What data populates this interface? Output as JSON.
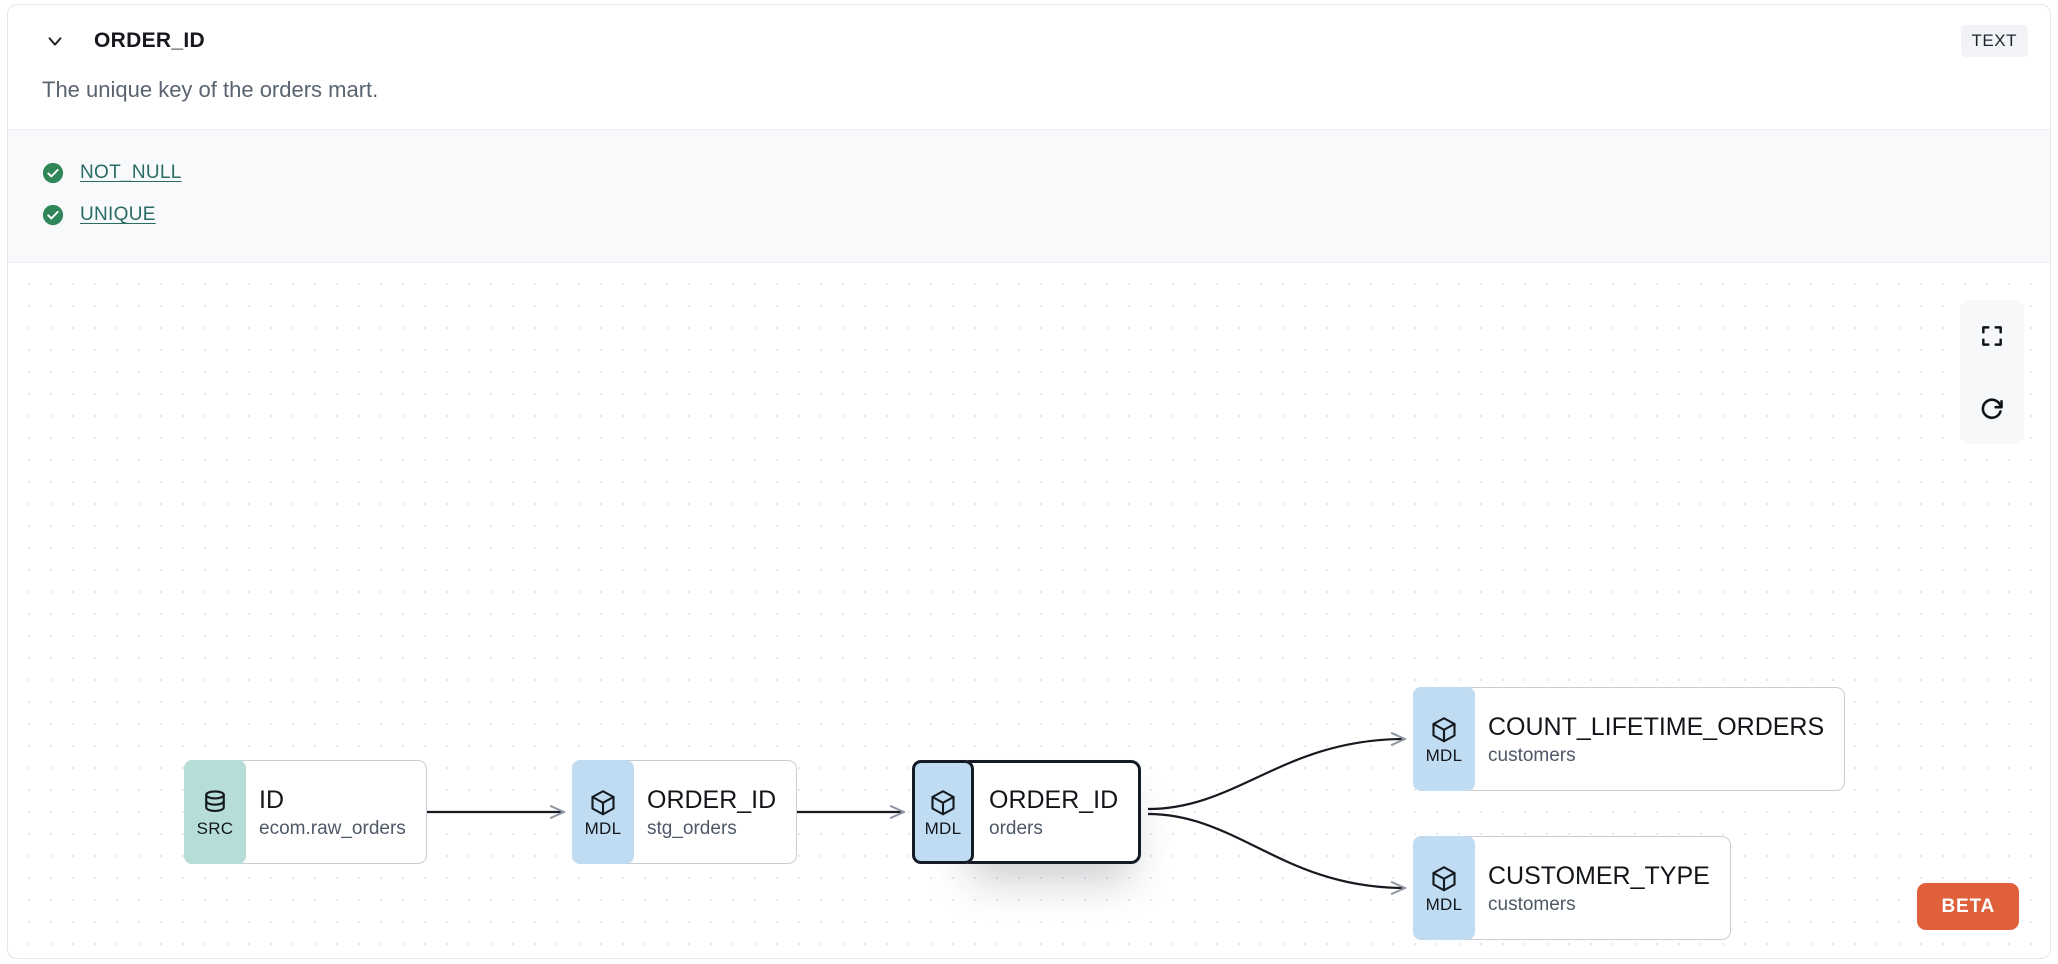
{
  "header": {
    "collapse_icon": "chevron-down-icon",
    "title": "ORDER_ID",
    "type_badge": "TEXT"
  },
  "description": {
    "text": "The unique key of the orders mart."
  },
  "tests": {
    "items": [
      {
        "status_icon": "check-circle-icon",
        "label": "NOT_NULL",
        "status": "pass"
      },
      {
        "status_icon": "check-circle-icon",
        "label": "UNIQUE",
        "status": "pass"
      }
    ]
  },
  "lineage": {
    "nodes": [
      {
        "id": "src-id",
        "kind": "SRC",
        "kind_icon": "database-icon",
        "name": "ID",
        "sub": "ecom.raw_orders",
        "selected": false
      },
      {
        "id": "stg-order-id",
        "kind": "MDL",
        "kind_icon": "cube-icon",
        "name": "ORDER_ID",
        "sub": "stg_orders",
        "selected": false
      },
      {
        "id": "orders-order-id",
        "kind": "MDL",
        "kind_icon": "cube-icon",
        "name": "ORDER_ID",
        "sub": "orders",
        "selected": true
      },
      {
        "id": "count-lifetime-orders",
        "kind": "MDL",
        "kind_icon": "cube-icon",
        "name": "COUNT_LIFETIME_ORDERS",
        "sub": "customers",
        "selected": false
      },
      {
        "id": "customer-type",
        "kind": "MDL",
        "kind_icon": "cube-icon",
        "name": "CUSTOMER_TYPE",
        "sub": "customers",
        "selected": false
      }
    ],
    "edges": [
      {
        "from": "src-id",
        "to": "stg-order-id"
      },
      {
        "from": "stg-order-id",
        "to": "orders-order-id"
      },
      {
        "from": "orders-order-id",
        "to": "count-lifetime-orders"
      },
      {
        "from": "orders-order-id",
        "to": "customer-type"
      }
    ],
    "controls": [
      {
        "name": "fullscreen-icon",
        "label": "Fit view"
      },
      {
        "name": "refresh-icon",
        "label": "Reset"
      }
    ],
    "beta_label": "BETA"
  },
  "colors": {
    "src_badge": "#b6ddd8",
    "mdl_badge": "#bfdcf2",
    "test_pass": "#2f8659",
    "test_link": "#2b6b66",
    "beta": "#e0603c",
    "selected_outline": "#141a26"
  }
}
